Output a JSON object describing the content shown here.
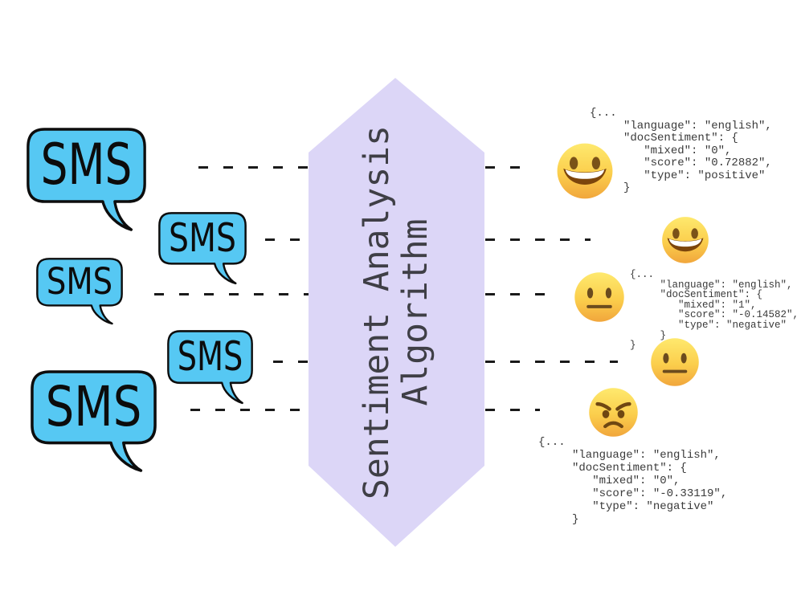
{
  "bubble_label": "SMS",
  "hexagon": {
    "line1": "Sentiment Analysis",
    "line2": "Algorithm"
  },
  "code_blocks": [
    {
      "text": "{...\n     \"language\": \"english\",\n     \"docSentiment\": {\n        \"mixed\": \"0\",\n        \"score\": \"0.72882\",\n        \"type\": \"positive\"\n     }"
    },
    {
      "text": "{...\n     \"language\": \"english\",\n     \"docSentiment\": {\n        \"mixed\": \"1\",\n        \"score\": \"-0.14582\",\n        \"type\": \"negative\"\n     }\n}"
    },
    {
      "text": "{...\n     \"language\": \"english\",\n     \"docSentiment\": {\n        \"mixed\": \"0\",\n        \"score\": \"-0.33119\",\n        \"type\": \"negative\"\n     }"
    }
  ],
  "emojis": [
    {
      "type": "grinning-face"
    },
    {
      "type": "grinning-face"
    },
    {
      "type": "neutral-face"
    },
    {
      "type": "neutral-face"
    },
    {
      "type": "angry-face"
    }
  ],
  "colors": {
    "bubble_fill": "#56C8F3",
    "bubble_stroke": "#0d0d0d",
    "hexagon_fill": "#DCD6F7",
    "hexagon_text": "#3F3F46",
    "dash": "#1A1A1A",
    "code_text": "#3A3A3A",
    "emoji_yellow": "#FBC947"
  }
}
